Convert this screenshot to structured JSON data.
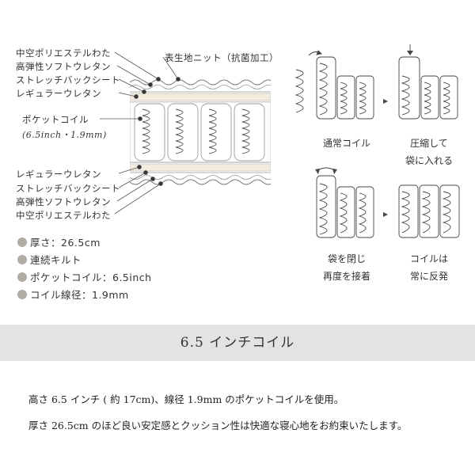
{
  "cross_section": {
    "top_labels": [
      "中空ポリエステルわた",
      "高弾性ソフトウレタン",
      "ストレッチバックシート",
      "レギュラーウレタン"
    ],
    "fabric_label": "表生地ニット（抗菌加工）",
    "coil_label": "ポケットコイル",
    "coil_size": "(6.5inch・1.9mm)",
    "bottom_labels": [
      "レギュラーウレタン",
      "ストレッチバックシート",
      "高弾性ソフトウレタン",
      "中空ポリエステルわた"
    ]
  },
  "specs": [
    {
      "label": "厚さ：26.5cm"
    },
    {
      "label": "連続キルト"
    },
    {
      "label": "ポケットコイル：6.5inch"
    },
    {
      "label": "コイル線径：1.9mm"
    }
  ],
  "process": {
    "step1_caption": "通常コイル",
    "step2_caption_line1": "圧縮して",
    "step2_caption_line2": "袋に入れる",
    "step3_caption_line1": "袋を閉じ",
    "step3_caption_line2": "再度を接着",
    "step4_caption_line1": "コイルは",
    "step4_caption_line2": "常に反発"
  },
  "section_title": "6.5 インチコイル",
  "description": {
    "line1": "高さ 6.5 インチ ( 約 17cm)、線径 1.9mm のポケットコイルを使用。",
    "line2": "厚さ 26.5cm のほど良い安定感とクッション性は快適な寝心地をお約束いたします。"
  },
  "colors": {
    "spec_dot": "#b1aca4",
    "band": "#e3e3e3",
    "foam": "#f3ebdd"
  }
}
